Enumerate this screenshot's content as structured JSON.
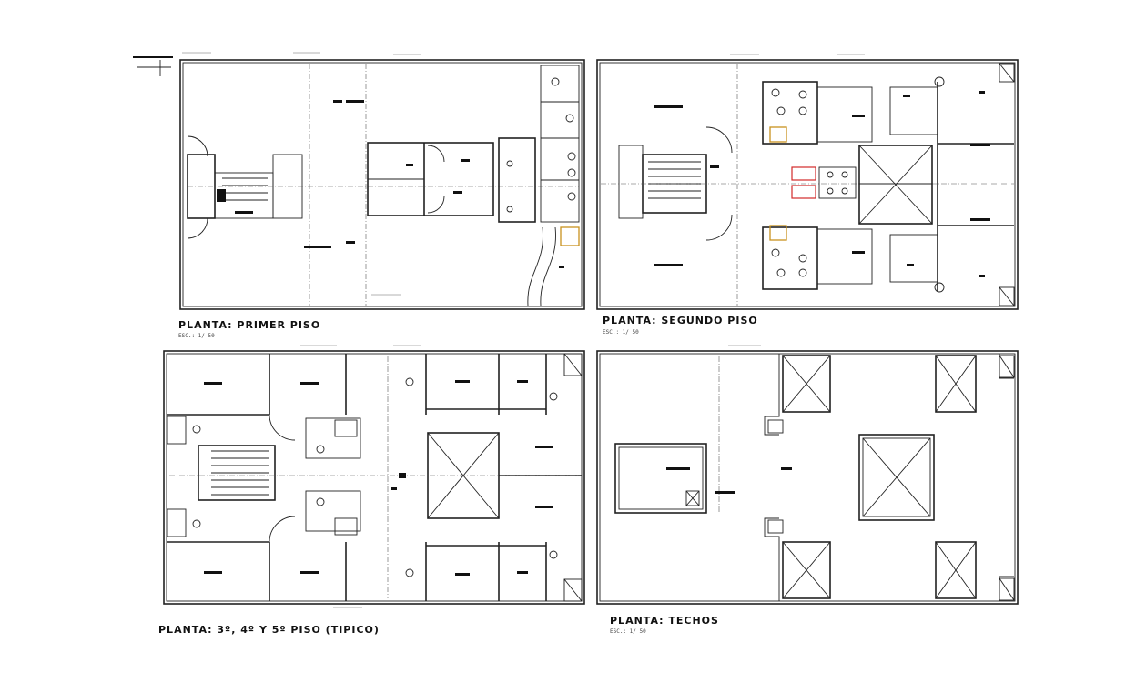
{
  "plans": [
    {
      "title": "PLANTA: PRIMER PISO",
      "scale": "ESC.: 1/ 50"
    },
    {
      "title": "PLANTA: SEGUNDO PISO",
      "scale": "ESC.: 1/ 50"
    },
    {
      "title": "PLANTA: 3º, 4º Y 5º PISO (TIPICO)",
      "scale": ""
    },
    {
      "title": "PLANTA: TECHOS",
      "scale": "ESC.: 1/ 50"
    }
  ],
  "colors": {
    "lines": "#222222",
    "accent_red": "#d22a2a",
    "accent_gold": "#c8921e"
  }
}
